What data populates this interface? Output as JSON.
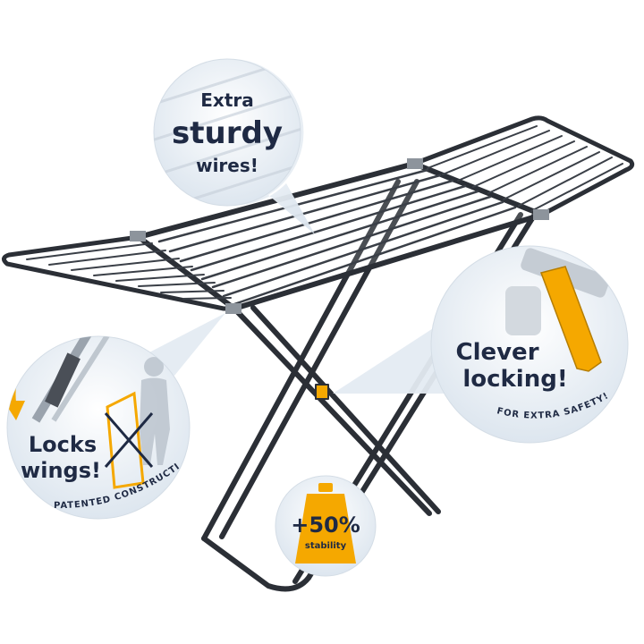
{
  "callouts": {
    "sturdy": {
      "line1": "Extra",
      "line2": "sturdy",
      "line3": "wires!"
    },
    "locking": {
      "line1": "Clever",
      "line2": "locking!",
      "subtitle": "FOR EXTRA SAFETY!"
    },
    "wings": {
      "line1": "Locks",
      "line2": "wings!",
      "subtitle": "PATENTED CONSTRUCTION"
    },
    "stability": {
      "value": "+50%",
      "label": "stability"
    }
  },
  "colors": {
    "accent": "#f5a800",
    "text": "#1f2a44",
    "frame": "#2b2f36",
    "bubble": "#eef3f8"
  },
  "icons": [
    "drying-rack-illustration",
    "lock-clip-icon",
    "weight-icon",
    "person-silhouette-icon",
    "curved-arrow-icon"
  ]
}
